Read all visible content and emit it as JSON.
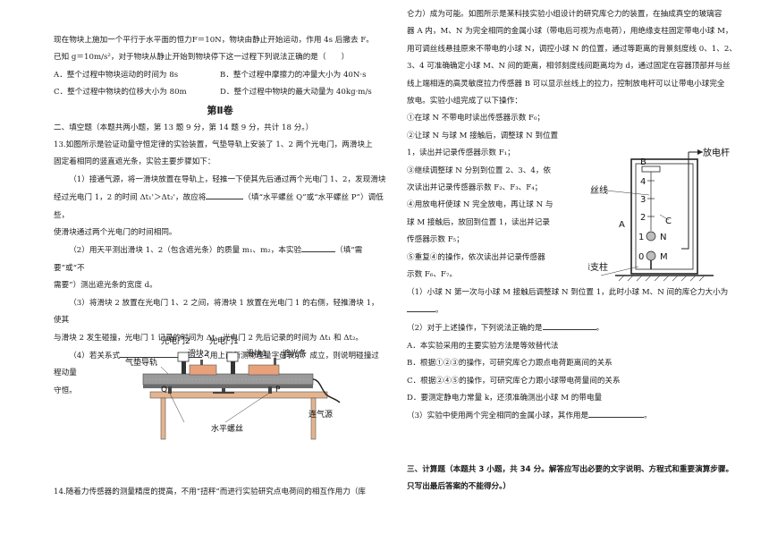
{
  "left": {
    "p1": "现在物块上施加一个平行于水平面的恒力F＝10N，物块由静止开始运动，作用 4s 后撤去 F。",
    "p2": "已知 g＝10m/s²，对于物块从静止开始到物块停下这一过程下列说法正确的是（　　）",
    "optA": "A．整个过程中物块运动的时间为 8s",
    "optB": "B．整个过程中摩擦力的冲量大小为 40N·s",
    "optC": "C．整个过程中物块的位移大小为 80m",
    "optD": "D．整个过程中物块的最大动量为 40kg·m/s",
    "section_title": "第Ⅱ卷",
    "fill_heading": "二、填空题（本题共两小题，第 13 题 9 分，第 14 题 9 分，共计 18 分。）",
    "q13_l1": "13.如图所示是验证动量守恒定律的实验装置，气垫导轨上安装了 1、2 两个光电门，两滑块上",
    "q13_l2": "固定着相同的竖直遮光条，实验主要步骤如下：",
    "q13_s1a": "（1）接通气源，将一滑块放置在导轨上，轻推一下使其先后通过两个光电门 1、2，发现滑块",
    "q13_s1b_pre": "经过光电门 1，2 的时间 Δt₁'＞Δt₂'，故应将",
    "q13_s1b_post": "（填“水平螺丝 Q”或“水平螺丝 P”）调低些，",
    "q13_s1c": "使滑块通过两个光电门的时间相同。",
    "q13_s2a_pre": "（2）用天平测出滑块 1、2（包含遮光条）的质量 m₁、m₂，本实验",
    "q13_s2a_post": "（填“需要”或“不",
    "q13_s2b": "需要”）测出遮光条的宽度 d。",
    "q13_s3a": "（3）将滑块 2 放置在光电门 1、2 之间，将滑块 1 放置在光电门 1 的右侧，轻推滑块 1，使其",
    "q13_s3b": "与滑块 2 发生碰撞，光电门 1 记录的时间为 Δt，光电门 2 先后记录的时间为 Δt₁ 和 Δt₂。",
    "q13_s4a_pre": "（4）若关系式",
    "q13_s4a_post": "（用上面所测物理量字母表示）成立，则说明碰撞过程动量",
    "q13_s4b": "守恒。",
    "q14_l1": "14.随着力传感器的测量精度的提高，不用“扭秤”而进行实验研究点电荷间的相互作用力（库"
  },
  "figA": {
    "gate2": "光电门2",
    "gate1": "光电门1",
    "block2": "滑块2",
    "block1": "滑块1",
    "rail": "气垫导轨",
    "shade": "遮光条",
    "q": "Q",
    "p": "P",
    "air": "连气源",
    "screw": "水平螺丝"
  },
  "right": {
    "r1": "仑力）成为可能。如图所示是某科技实验小组设计的研究库仑力的装置，在抽成真空的玻璃容",
    "r2": "器 A 内，M、N 为完全相同的金属小球（带电后可视为点电荷），用绝缘支柱固定带电小球 M，",
    "r3": "用可调丝线悬挂原来不带电的小球 N，调控小球 N 的位置，通过等距离的背景刻度线 0、1、2、",
    "r4": "3、4 可准确确定小球 M、N 间的距离，相邻刻度线间距离均为 d，通过固定在容器顶部并与丝",
    "r5": "线上端相连的高灵敏度拉力传感器 B 可以显示丝线上的拉力，控制放电杆可以让带电小球完全",
    "r6": "放电。实验小组完成了以下操作：",
    "st1": "①在球 N 不带电时读出传感器示数 F₀；",
    "st2a": "②让球 N 与球 M 接触后，调整球 N 到位置",
    "st2b": "1，读出并记录传感器示数 F₁；",
    "st3a": "③继续调整球 N 分别到位置 2、3、4，依",
    "st3b": "次读出并记录传感器示数 F₂、F₃、F₄；",
    "st4a": "④用放电杆使球 N 完全放电，再让球 N 与",
    "st4b": "球 M 接触后，放回到位置 1，读出并记录",
    "st4c": "传感器示数 F₅；",
    "st5a": "⑤重复④的操作，依次读出并记录传感器",
    "st5b": "示数 F₆、F₇。",
    "q1_pre": "（1）小球 N 第一次与小球 M 接触后调整球 N 到位置 1，此时小球 M、N 间的库仑力大小为",
    "q2_pre": "（2）对于上述操作，下列说法正确的是",
    "optA": "A．本实验采用的主要实验方法是等效替代法",
    "optB": "B．根据①②③的操作，可研究库仑力跟点电荷距离间的关系",
    "optC": "C．根据②④⑤的操作，可研究库仑力跟小球带电荷量间的关系",
    "optD": "D．要测定静电力常量 k，还须准确测出小球 M 的带电量",
    "q3_pre": "（3）实验中使用两个完全相同的金属小球，其作用是",
    "calc1": "三、计算题（本题共 3 小题，共 34 分。解答应写出必要的文字说明、方程式和重要演算步骤。",
    "calc2": "只写出最后答案的不能得分。）"
  },
  "figB": {
    "rod": "放电杆",
    "b": "B",
    "thread": "丝线",
    "n4": "4",
    "n3": "3",
    "n2": "2",
    "c": "C",
    "a": "A",
    "n1": "1",
    "ball_n": "N",
    "n0": "0",
    "ball_m": "M",
    "pillar": "绝缘支柱"
  }
}
